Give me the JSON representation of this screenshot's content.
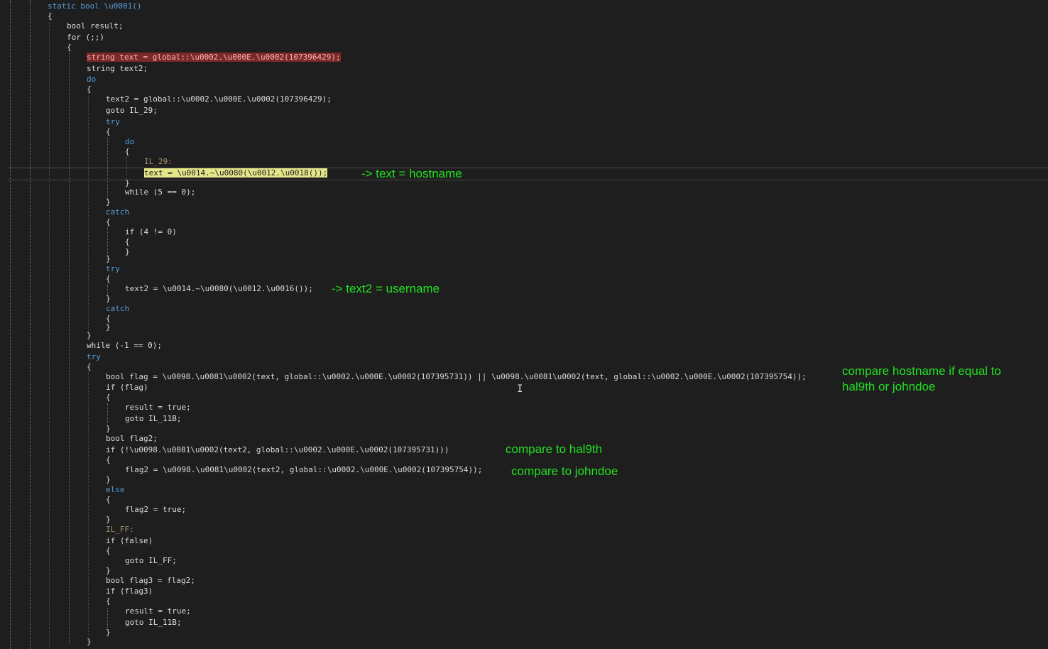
{
  "code": {
    "l1": "static bool \\u0001()",
    "l2": "{",
    "l3": "bool result;",
    "l4": "for (;;)",
    "l5": "{",
    "l6": "string text = global::\\u0002.\\u000E.\\u0002(107396429);",
    "l7": "string text2;",
    "l8": "do",
    "l9": "{",
    "l10": "text2 = global::\\u0002.\\u000E.\\u0002(107396429);",
    "l11": "goto IL_29;",
    "l12": "try",
    "l13": "{",
    "l14": "do",
    "l15": "{",
    "l16": "IL_29:",
    "l17": "text = \\u0014.~\\u0080(\\u0012.\\u0018());",
    "l18": "}",
    "l19": "while (5 == 0);",
    "l20": "}",
    "l21": "catch",
    "l22": "{",
    "l23": "if (4 != 0)",
    "l24": "{",
    "l25": "}",
    "l26": "}",
    "l27": "try",
    "l28": "{",
    "l29": "text2 = \\u0014.~\\u0080(\\u0012.\\u0016());",
    "l30": "}",
    "l31": "catch",
    "l32": "{",
    "l33": "}",
    "l34": "}",
    "l35": "while (-1 == 0);",
    "l36": "try",
    "l37": "{",
    "l38": "bool flag = \\u0098.\\u0081\\u0002(text, global::\\u0002.\\u000E.\\u0002(107395731)) || \\u0098.\\u0081\\u0002(text, global::\\u0002.\\u000E.\\u0002(107395754));",
    "l39": "if (flag)",
    "l40": "{",
    "l41": "result = true;",
    "l42": "goto IL_11B;",
    "l43": "}",
    "l44": "bool flag2;",
    "l45": "if (!\\u0098.\\u0081\\u0002(text2, global::\\u0002.\\u000E.\\u0002(107395731)))",
    "l46": "{",
    "l47": "flag2 = \\u0098.\\u0081\\u0002(text2, global::\\u0002.\\u000E.\\u0002(107395754));",
    "l48": "}",
    "l49": "else",
    "l50": "{",
    "l51": "flag2 = true;",
    "l52": "}",
    "l53": "IL_FF:",
    "l54": "if (false)",
    "l55": "{",
    "l56": "goto IL_FF;",
    "l57": "}",
    "l58": "bool flag3 = flag2;",
    "l59": "if (flag3)",
    "l60": "{",
    "l61": "result = true;",
    "l62": "goto IL_11B;",
    "l63": "}",
    "l64": "}"
  },
  "annotations": {
    "hostname": "-> text = hostname",
    "username": "-> text2 = username",
    "compare_hostname": "compare hostname if equal to\nhal9th or johndoe",
    "compare_hal9th": "compare to hal9th",
    "compare_johndoe": "compare to johndoe"
  },
  "colors": {
    "annotation": "#22e022",
    "background": "#1e1e1e",
    "keyword": "#569cd6",
    "highlight_red": "#7a2a2a",
    "highlight_yellow": "#e5e58a"
  }
}
